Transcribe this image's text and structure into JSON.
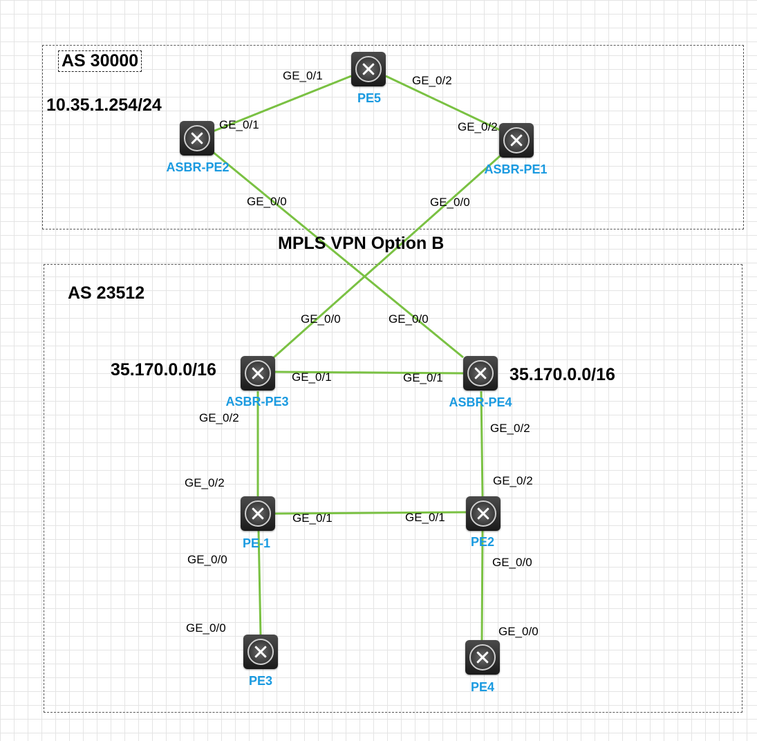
{
  "colors": {
    "link": "#7ac143",
    "device_label": "#1a9ae0",
    "router_body": "#2a2a2a"
  },
  "zones": {
    "top_title": "AS 30000",
    "bottom_title": "AS 23512"
  },
  "headline": "MPLS VPN Option B",
  "prefixes": {
    "asbr_pe2": "10.35.1.254/24",
    "asbr_pe3": "35.170.0.0/16",
    "asbr_pe4": "35.170.0.0/16"
  },
  "devices": {
    "pe5": {
      "label": "PE5",
      "icon": "switch-router-icon"
    },
    "asbr_pe2": {
      "label": "ASBR-PE2",
      "icon": "switch-router-icon"
    },
    "asbr_pe1": {
      "label": "ASBR-PE1",
      "icon": "switch-router-icon"
    },
    "asbr_pe3": {
      "label": "ASBR-PE3",
      "icon": "switch-router-icon"
    },
    "asbr_pe4": {
      "label": "ASBR-PE4",
      "icon": "switch-router-icon"
    },
    "pe_1": {
      "label": "PE-1",
      "icon": "switch-router-icon"
    },
    "pe2": {
      "label": "PE2",
      "icon": "switch-router-icon"
    },
    "pe3": {
      "label": "PE3",
      "icon": "switch-router-icon"
    },
    "pe4": {
      "label": "PE4",
      "icon": "switch-router-icon"
    }
  },
  "ports": {
    "pe5_ge01": "GE_0/1",
    "pe5_ge02": "GE_0/2",
    "asbrpe2_ge01": "GE_0/1",
    "asbrpe1_ge02": "GE_0/2",
    "asbrpe2_ge00": "GE_0/0",
    "asbrpe1_ge00": "GE_0/0",
    "asbrpe3_ge00": "GE_0/0",
    "asbrpe4_ge00": "GE_0/0",
    "asbrpe3_ge01": "GE_0/1",
    "asbrpe4_ge01": "GE_0/1",
    "asbrpe3_ge02": "GE_0/2",
    "asbrpe4_ge02": "GE_0/2",
    "pe1_ge02": "GE_0/2",
    "pe2_ge02": "GE_0/2",
    "pe1_ge01": "GE_0/1",
    "pe2_ge01": "GE_0/1",
    "pe1_ge00": "GE_0/0",
    "pe2_ge00": "GE_0/0",
    "pe3_ge00": "GE_0/0",
    "pe4_ge00": "GE_0/0"
  }
}
